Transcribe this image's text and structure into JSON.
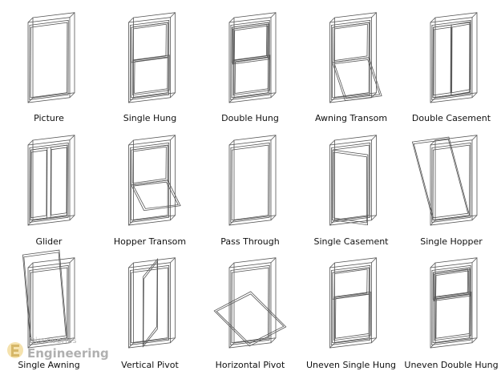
{
  "windows": [
    {
      "id": "picture",
      "label": "Picture"
    },
    {
      "id": "single-hung",
      "label": "Single Hung"
    },
    {
      "id": "double-hung",
      "label": "Double Hung"
    },
    {
      "id": "awning-transom",
      "label": "Awning Transom"
    },
    {
      "id": "double-casement",
      "label": "Double Casement"
    },
    {
      "id": "glider",
      "label": "Glider"
    },
    {
      "id": "hopper-transom",
      "label": "Hopper Transom"
    },
    {
      "id": "pass-through",
      "label": "Pass Through"
    },
    {
      "id": "single-casement",
      "label": "Single Casement"
    },
    {
      "id": "single-hopper",
      "label": "Single Hopper"
    },
    {
      "id": "single-awning",
      "label": "Single Awning"
    },
    {
      "id": "vertical-pivot",
      "label": "Vertical Pivot"
    },
    {
      "id": "horizontal-pivot",
      "label": "Horizontal Pivot"
    },
    {
      "id": "uneven-single-hung",
      "label": "Uneven Single Hung"
    },
    {
      "id": "uneven-double-hung",
      "label": "Uneven Double Hung"
    }
  ],
  "watermark": {
    "small": "Discoveries",
    "big": "Engineering",
    "icon": "e-logo-icon"
  },
  "colors": {
    "line": "#555555",
    "label": "#111111",
    "watermark": "#b0b0b0"
  }
}
